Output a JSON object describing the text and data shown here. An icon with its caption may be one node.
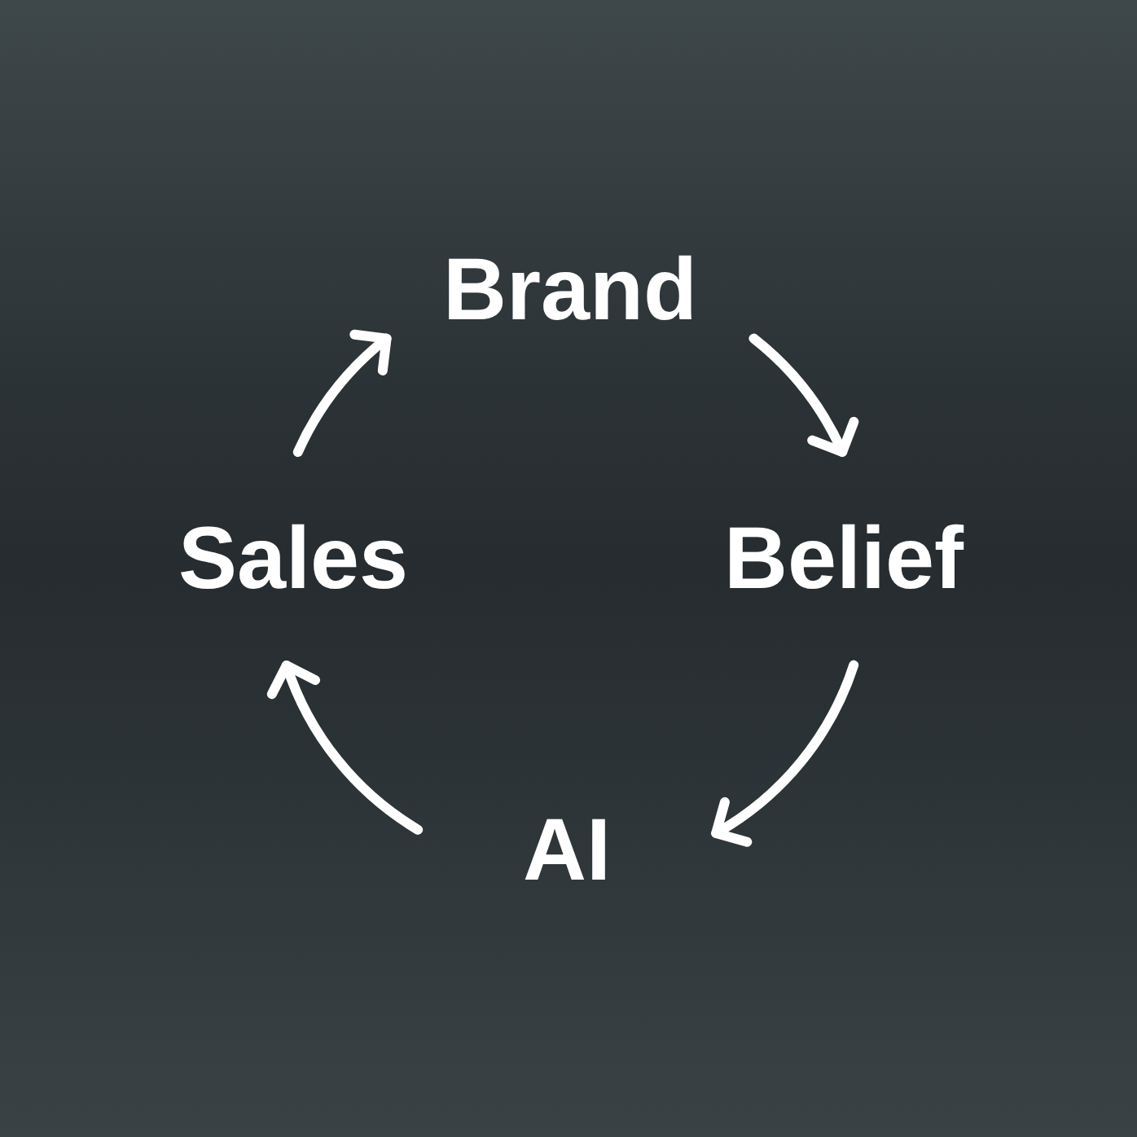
{
  "diagram": {
    "nodes": [
      {
        "text": [
          "Brand"
        ]
      },
      {
        "text": [
          "Belief"
        ]
      },
      {
        "text": [
          "AI"
        ]
      },
      {
        "text": [
          "Sales"
        ]
      }
    ],
    "edges": [
      {
        "from": 0,
        "to": 1,
        "arrow": "to"
      },
      {
        "from": 1,
        "to": 2,
        "arrow": "to"
      },
      {
        "from": 2,
        "to": 3,
        "arrow": "to"
      },
      {
        "from": 3,
        "to": 0,
        "arrow": "to"
      }
    ]
  }
}
